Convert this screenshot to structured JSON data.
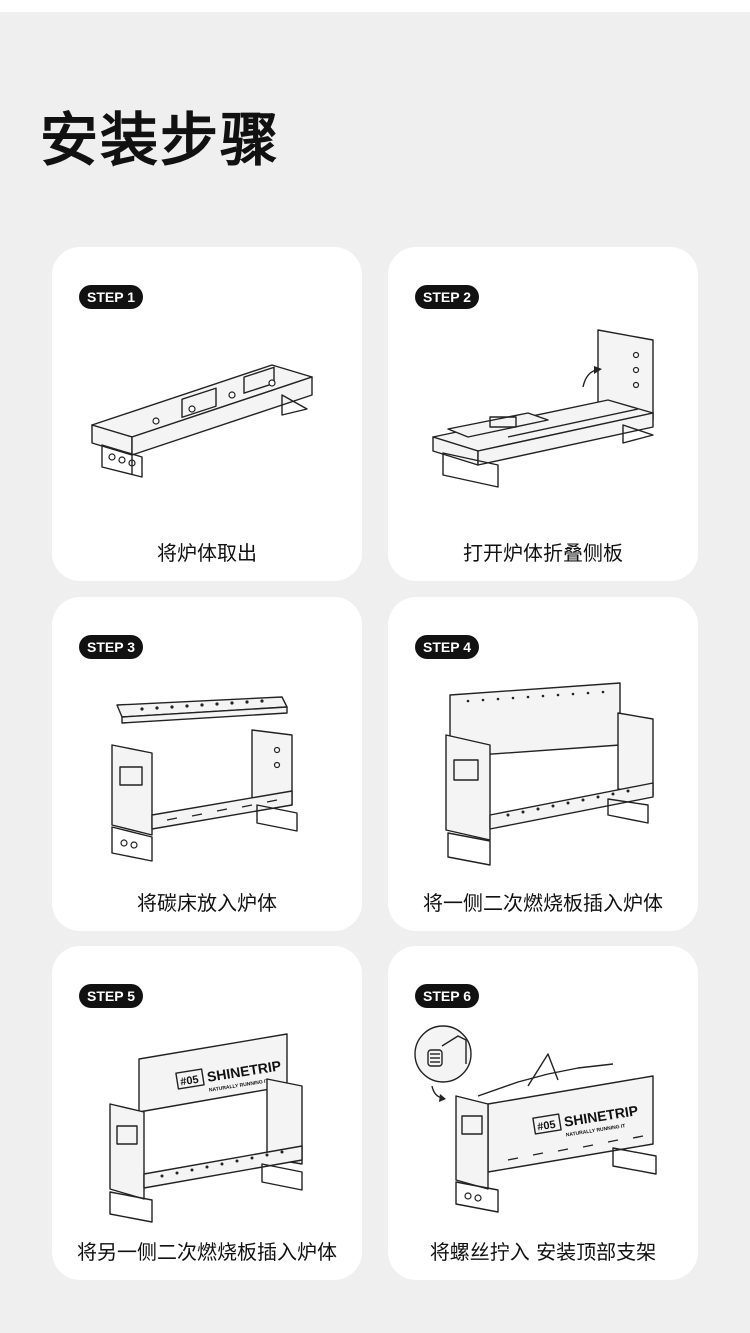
{
  "page_title": "安装步骤",
  "brand": {
    "plate_number": "#05",
    "name": "SHINETRIP",
    "tagline": "NATURALLY RUNNING IT"
  },
  "steps": [
    {
      "badge": "STEP 1",
      "caption": "将炉体取出"
    },
    {
      "badge": "STEP 2",
      "caption": "打开炉体折叠侧板"
    },
    {
      "badge": "STEP 3",
      "caption": "将碳床放入炉体"
    },
    {
      "badge": "STEP 4",
      "caption": "将一侧二次燃烧板插入炉体"
    },
    {
      "badge": "STEP 5",
      "caption": "将另一侧二次燃烧板插入炉体"
    },
    {
      "badge": "STEP 6",
      "caption": "将螺丝拧入  安装顶部支架"
    }
  ]
}
